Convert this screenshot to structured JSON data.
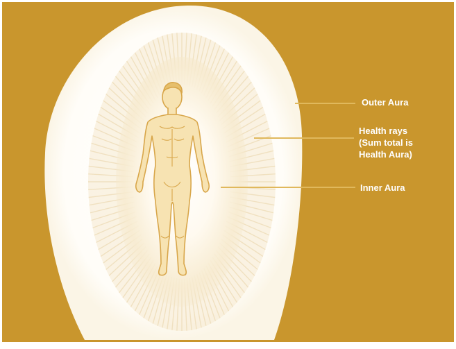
{
  "colors": {
    "background": "#c9962d",
    "aura_white": "#ffffff",
    "inner_glow": "#fdf4dd",
    "rays": "#f1e3c3",
    "body_fill": "#f7e3b2",
    "body_outline": "#d8a64a",
    "leader_line": "#e0b85c",
    "label_text": "#ffffff"
  },
  "labels": {
    "outer_aura": "Outer Aura",
    "health_rays": [
      "Health rays",
      "(Sum total is",
      "Health Aura)"
    ],
    "inner_aura": "Inner Aura"
  }
}
